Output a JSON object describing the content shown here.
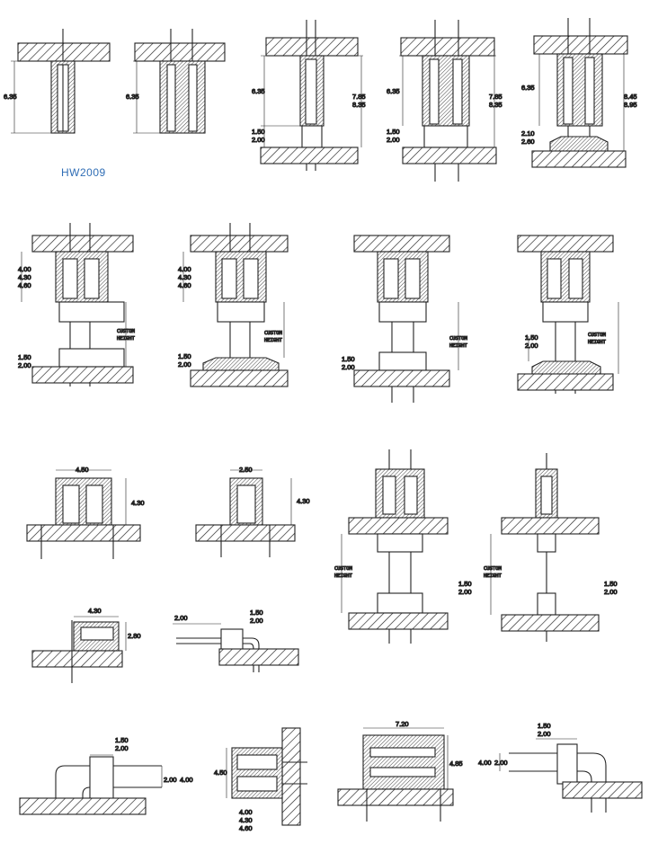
{
  "series_label": "HW2009",
  "accent_color": "#2f6db5",
  "figures": {
    "f1": {
      "h": "6.35"
    },
    "f2": {
      "h": "6.35"
    },
    "f3": {
      "h": "6.35",
      "h2a": "7.85",
      "h2b": "8.35",
      "l1": "1.50",
      "l2": "2.00"
    },
    "f4": {
      "h": "6.35",
      "h2a": "7.85",
      "h2b": "8.35",
      "l1": "1.50",
      "l2": "2.00"
    },
    "f5": {
      "h": "6.35",
      "h2a": "8.45",
      "h2b": "8.95",
      "l1": "2.10",
      "l2": "2.60"
    },
    "f6": {
      "a": "4.00",
      "b": "4.30",
      "c": "4.60",
      "c1": "CUSTOM",
      "c2": "HEIGHT",
      "l1": "1.50",
      "l2": "2.00"
    },
    "f7": {
      "a": "4.00",
      "b": "4.30",
      "c": "4.60",
      "c1": "CUSTOM",
      "c2": "HEIGHT",
      "l1": "1.50",
      "l2": "2.00"
    },
    "f8": {
      "c1": "CUSTOM",
      "c2": "HEIGHT",
      "l1": "1.50",
      "l2": "2.00"
    },
    "f9": {
      "c1": "CUSTOM",
      "c2": "HEIGHT",
      "l1": "1.50",
      "l2": "2.00"
    },
    "f10": {
      "w": "4.50",
      "h": "4.30"
    },
    "f11": {
      "w": "2.50",
      "h": "4.30"
    },
    "f12": {
      "c1": "CUSTOM",
      "c2": "HEIGHT",
      "l1": "1.50",
      "l2": "2.00"
    },
    "f13": {
      "c1": "CUSTOM",
      "c2": "HEIGHT",
      "l1": "1.50",
      "l2": "2.00"
    },
    "f14": {
      "w": "4.30",
      "h": "2.80"
    },
    "f15": {
      "a": "2.00",
      "l1": "1.50",
      "l2": "2.00"
    },
    "f16": {
      "l1": "1.50",
      "l2": "2.00",
      "p": "2.00",
      "q": "4.00"
    },
    "f17": {
      "h": "4.50",
      "a": "4.00",
      "b": "4.30",
      "c": "4.60"
    },
    "f18": {
      "w": "7.20",
      "h": "4.85"
    },
    "f19": {
      "l1": "1.50",
      "l2": "2.00",
      "q": "4.00",
      "p": "2.00"
    }
  }
}
